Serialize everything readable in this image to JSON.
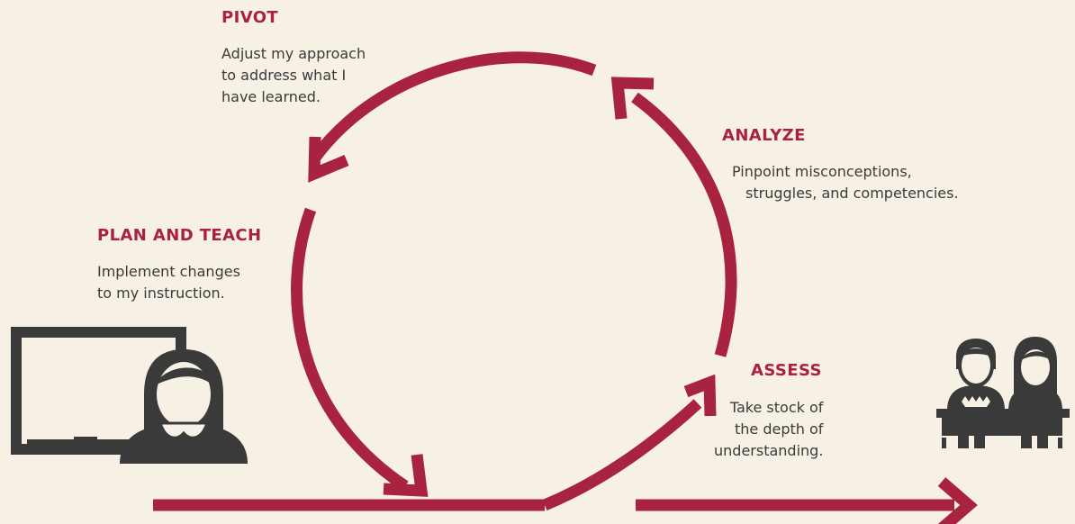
{
  "colors": {
    "background": "#f7f1e5",
    "arrow": "#a8233f",
    "title": "#a8233f",
    "text": "#3a3a3a",
    "figure": "#3a3a3a"
  },
  "icons": [
    "chalkboard-icon",
    "teacher-icon",
    "students-at-desk-icon"
  ],
  "stages": {
    "pivot": {
      "title": "PIVOT",
      "lines": [
        "Adjust my approach",
        "to address what I",
        "have learned."
      ]
    },
    "analyze": {
      "title": "ANALYZE",
      "lines": [
        "Pinpoint misconceptions,",
        "struggles, and competencies."
      ]
    },
    "plan_teach": {
      "title": "PLAN AND TEACH",
      "lines": [
        "Implement changes",
        "to my instruction."
      ]
    },
    "assess": {
      "title": "ASSESS",
      "lines": [
        "Take stock of",
        "the depth of",
        "understanding."
      ]
    }
  }
}
